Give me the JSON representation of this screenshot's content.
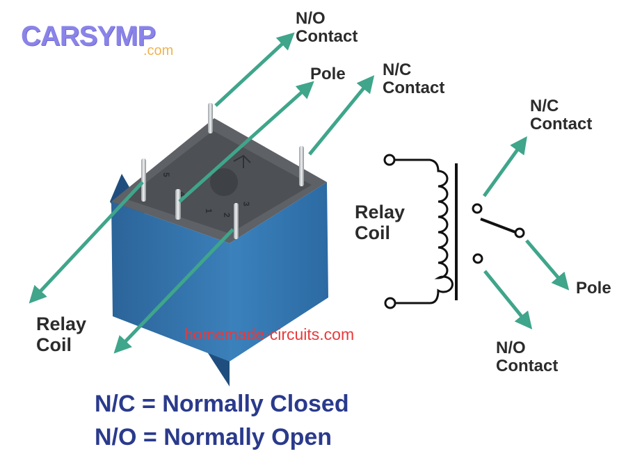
{
  "logo": {
    "brand": "CARSYMP",
    "domain": ".com"
  },
  "labels": {
    "photo_no_contact": [
      "N/O",
      "Contact"
    ],
    "photo_pole": "Pole",
    "photo_nc_contact": [
      "N/C",
      "Contact"
    ],
    "photo_relay_coil": [
      "Relay",
      "Coil"
    ],
    "schem_nc_contact": [
      "N/C",
      "Contact"
    ],
    "schem_relay_coil": [
      "Relay",
      "Coil"
    ],
    "schem_pole": "Pole",
    "schem_no_contact": [
      "N/O",
      "Contact"
    ]
  },
  "watermark": "homemade-circuits.com",
  "legend": {
    "nc": "N/C = Normally Closed",
    "no": "N/O = Normally Open"
  },
  "pin_markings": [
    "5",
    "3",
    "4",
    "1",
    "2"
  ],
  "colors": {
    "arrow": "#3fa58b",
    "relay_body": "#2f6fa6",
    "relay_top": "#5b5e63",
    "legend_text": "#2a3a8c",
    "watermark": "#e8393b",
    "logo_main": "#8a84e8",
    "logo_sub": "#f0b450"
  }
}
